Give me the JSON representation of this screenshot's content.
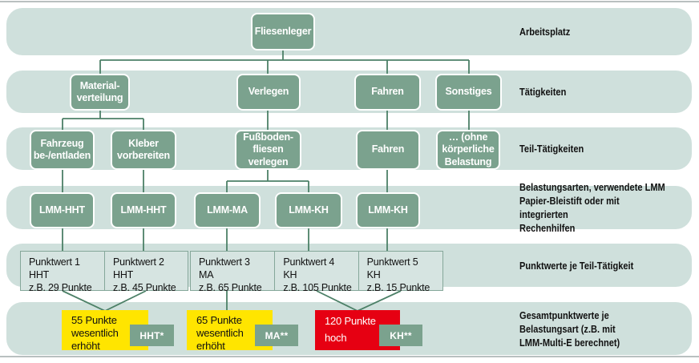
{
  "colors": {
    "band": "#cfe0dc",
    "cell-bg": "#d6e4e1",
    "cell-border": "#85a79a",
    "node": "#7ba28e",
    "line": "#4c8067",
    "yellow": "#ffe500",
    "red": "#e60012",
    "ink": "#111111",
    "frame": "#b9c0c0"
  },
  "tree": {
    "root": "Fliesenleger",
    "activities": [
      {
        "label": "Material-\nverteilung"
      },
      {
        "label": "Verlegen"
      },
      {
        "label": "Fahren"
      },
      {
        "label": "Sonstiges"
      }
    ],
    "subactivities": [
      {
        "label": "Fahrzeug\nbe-/entladen"
      },
      {
        "label": "Kleber\nvorbereiten"
      },
      {
        "label": "Fußboden-\nfliesen\nverlegen"
      },
      {
        "label": "Fahren"
      },
      {
        "label": "… (ohne\nkörperliche\nBelastung"
      }
    ],
    "lmm": [
      {
        "label": "LMM-HHT"
      },
      {
        "label": "LMM-HHT"
      },
      {
        "label": "LMM-MA"
      },
      {
        "label": "LMM-KH"
      },
      {
        "label": "LMM-KH"
      }
    ],
    "punktwerte": [
      {
        "label": "Punktwert 1\nHHT\nz.B. 29 Punkte"
      },
      {
        "label": "Punktwert 2\nHHT\nz.B. 45 Punkte"
      },
      {
        "label": "Punktwert 3\nMA\nz.B. 65 Punkte"
      },
      {
        "label": "Punktwert 4\nKH\nz.B. 105 Punkte"
      },
      {
        "label": "Punktwert 5\nKH\nz.B. 15 Punkte"
      }
    ],
    "results": [
      {
        "text": "55 Punkte\nwesentlich\nerhöht",
        "tag": "HHT*"
      },
      {
        "text": "65 Punkte\nwesentlich\nerhöht",
        "tag": "MA**"
      },
      {
        "text_top": "120 Punkte",
        "text_bottom": "hoch",
        "tag": "KH**"
      }
    ]
  },
  "row_labels": [
    {
      "label": "Arbeitsplatz"
    },
    {
      "label": "Tätigkeiten"
    },
    {
      "label": "Teil-Tätigkeiten"
    },
    {
      "label": "Belastungsarten, verwendete LMM\nPapier-Bleistift oder mit integrierten\nRechenhilfen"
    },
    {
      "label": "Punktwerte je Teil-Tätigkeit"
    },
    {
      "label": "Gesamtpunktwerte je\nBelastungsart (z.B. mit\nLMM-Multi-E berechnet)"
    }
  ]
}
